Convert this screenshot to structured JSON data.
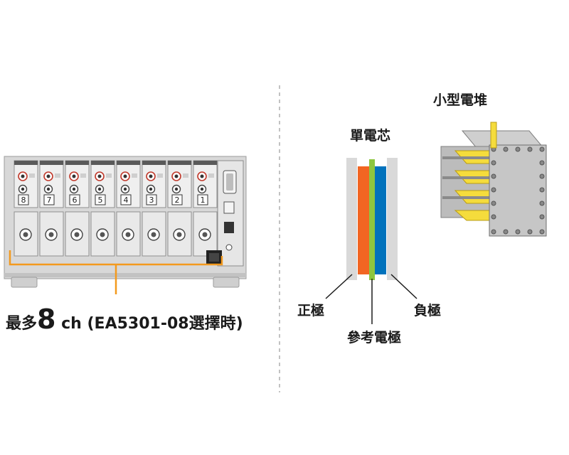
{
  "caption": {
    "prefix": "最多",
    "number": "8",
    "suffix": " ch (EA5301-08選擇時)"
  },
  "instrument": {
    "channel_numbers": [
      "8",
      "7",
      "6",
      "5",
      "4",
      "3",
      "2",
      "1"
    ]
  },
  "cell": {
    "title": "單電芯",
    "labels": {
      "positive": "正極",
      "reference": "參考電極",
      "negative": "負極"
    }
  },
  "stack": {
    "title": "小型電堆"
  },
  "colors": {
    "highlight": "#f39a1e",
    "positive": "#f26522",
    "reference": "#8dc63f",
    "negative": "#0072bc",
    "separator": "#d9d9d9",
    "stack_frame": "#b5b5b5",
    "stack_core": "#f5dc3c"
  }
}
